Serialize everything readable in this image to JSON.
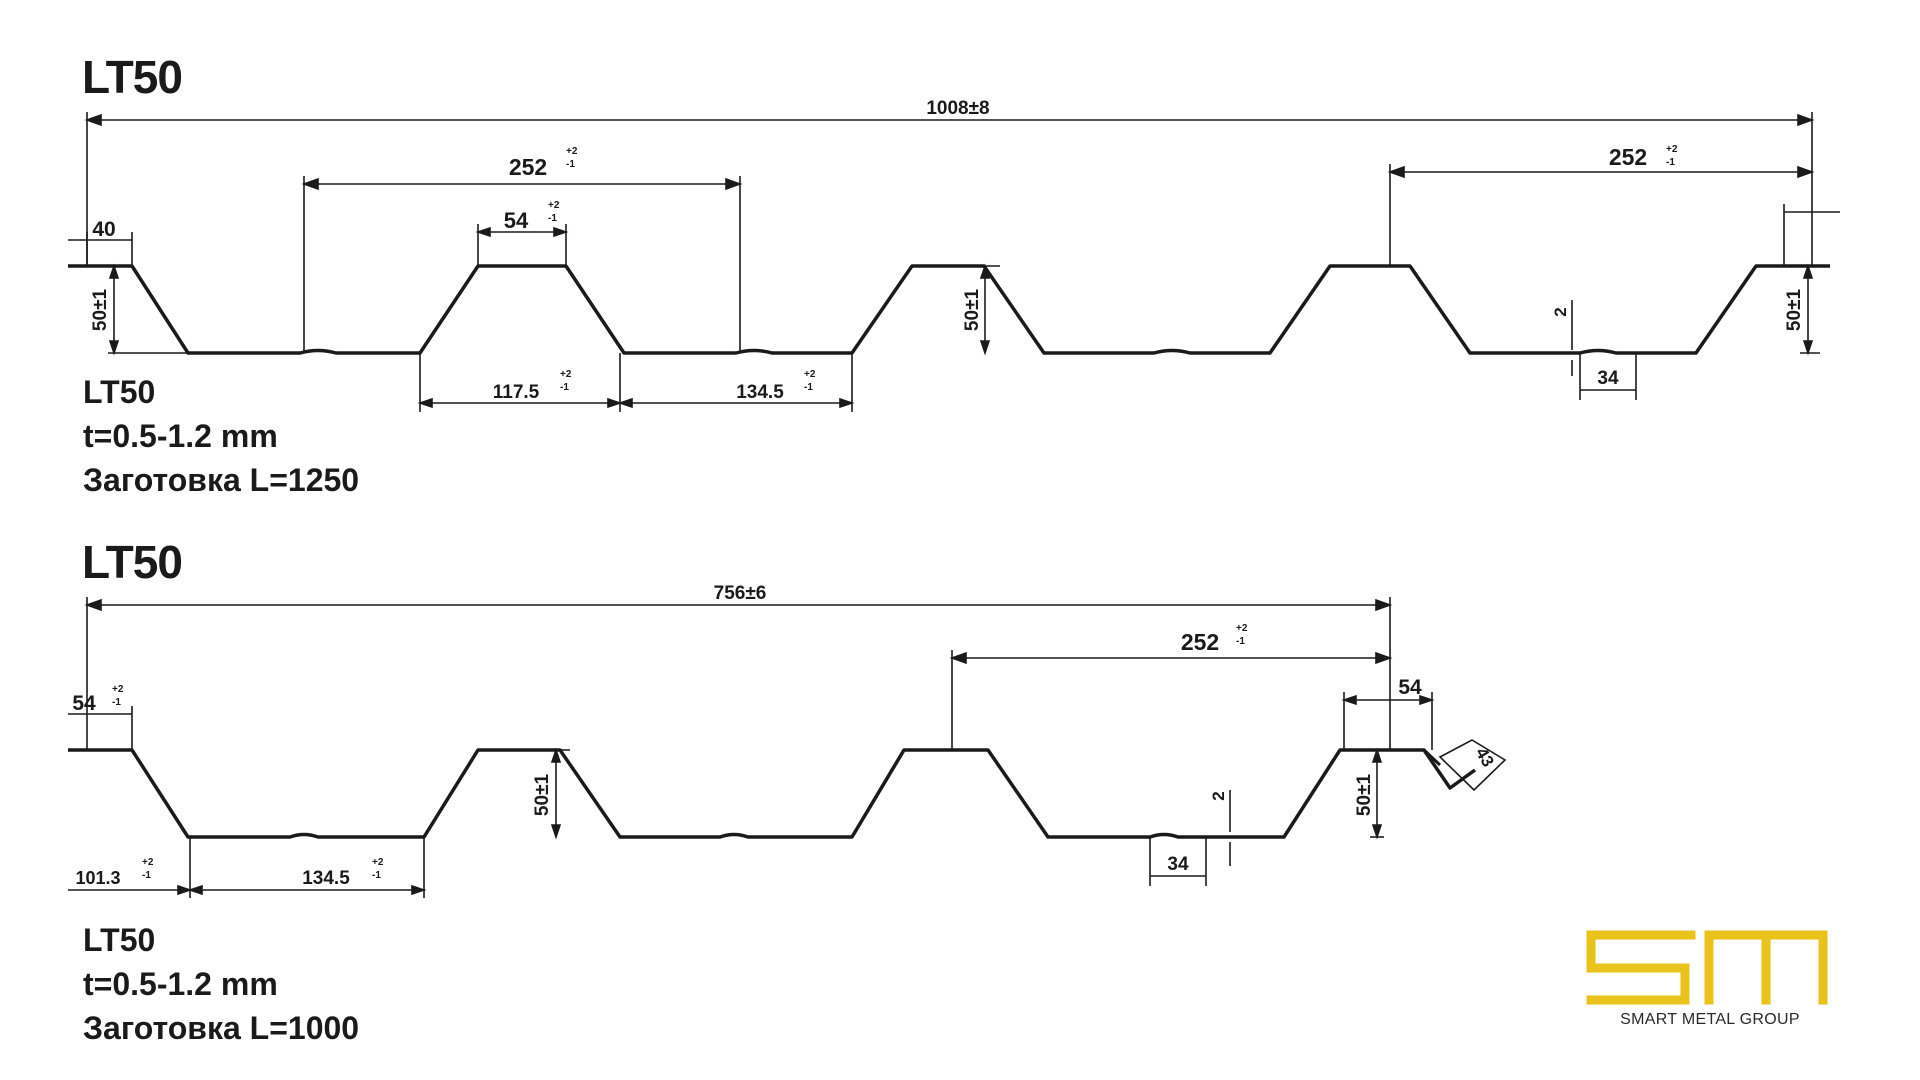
{
  "profile1": {
    "title": "LT50",
    "label": "LT50",
    "thickness": "t=0.5-1.2 mm",
    "blank": "Заготовка L=1250",
    "dims": {
      "overall": "1008±8",
      "pitch_left": "252",
      "pitch_right": "252",
      "edge_top": "40",
      "top_flange": "54",
      "height_left": "50±1",
      "height_mid": "50±1",
      "height_right": "50±1",
      "bottom_a": "117.5",
      "bottom_b": "134.5",
      "stiffener_depth": "2",
      "stiffener_width": "34",
      "tol_plus": "+2",
      "tol_minus": "-1"
    }
  },
  "profile2": {
    "title": "LT50",
    "label": "LT50",
    "thickness": "t=0.5-1.2 mm",
    "blank": "Заготовка L=1000",
    "dims": {
      "overall": "756±6",
      "pitch": "252",
      "top_flange_left": "54",
      "top_flange_right": "54",
      "height_mid": "50±1",
      "height_right": "50±1",
      "bottom_a": "101.3",
      "bottom_b": "134.5",
      "stiffener_depth": "2",
      "stiffener_width": "34",
      "edge_slant": "43",
      "tol_plus": "+2",
      "tol_minus": "-1"
    }
  },
  "logo": {
    "mark": "SM",
    "company": "SMART METAL GROUP",
    "color": "#e9c21a"
  }
}
